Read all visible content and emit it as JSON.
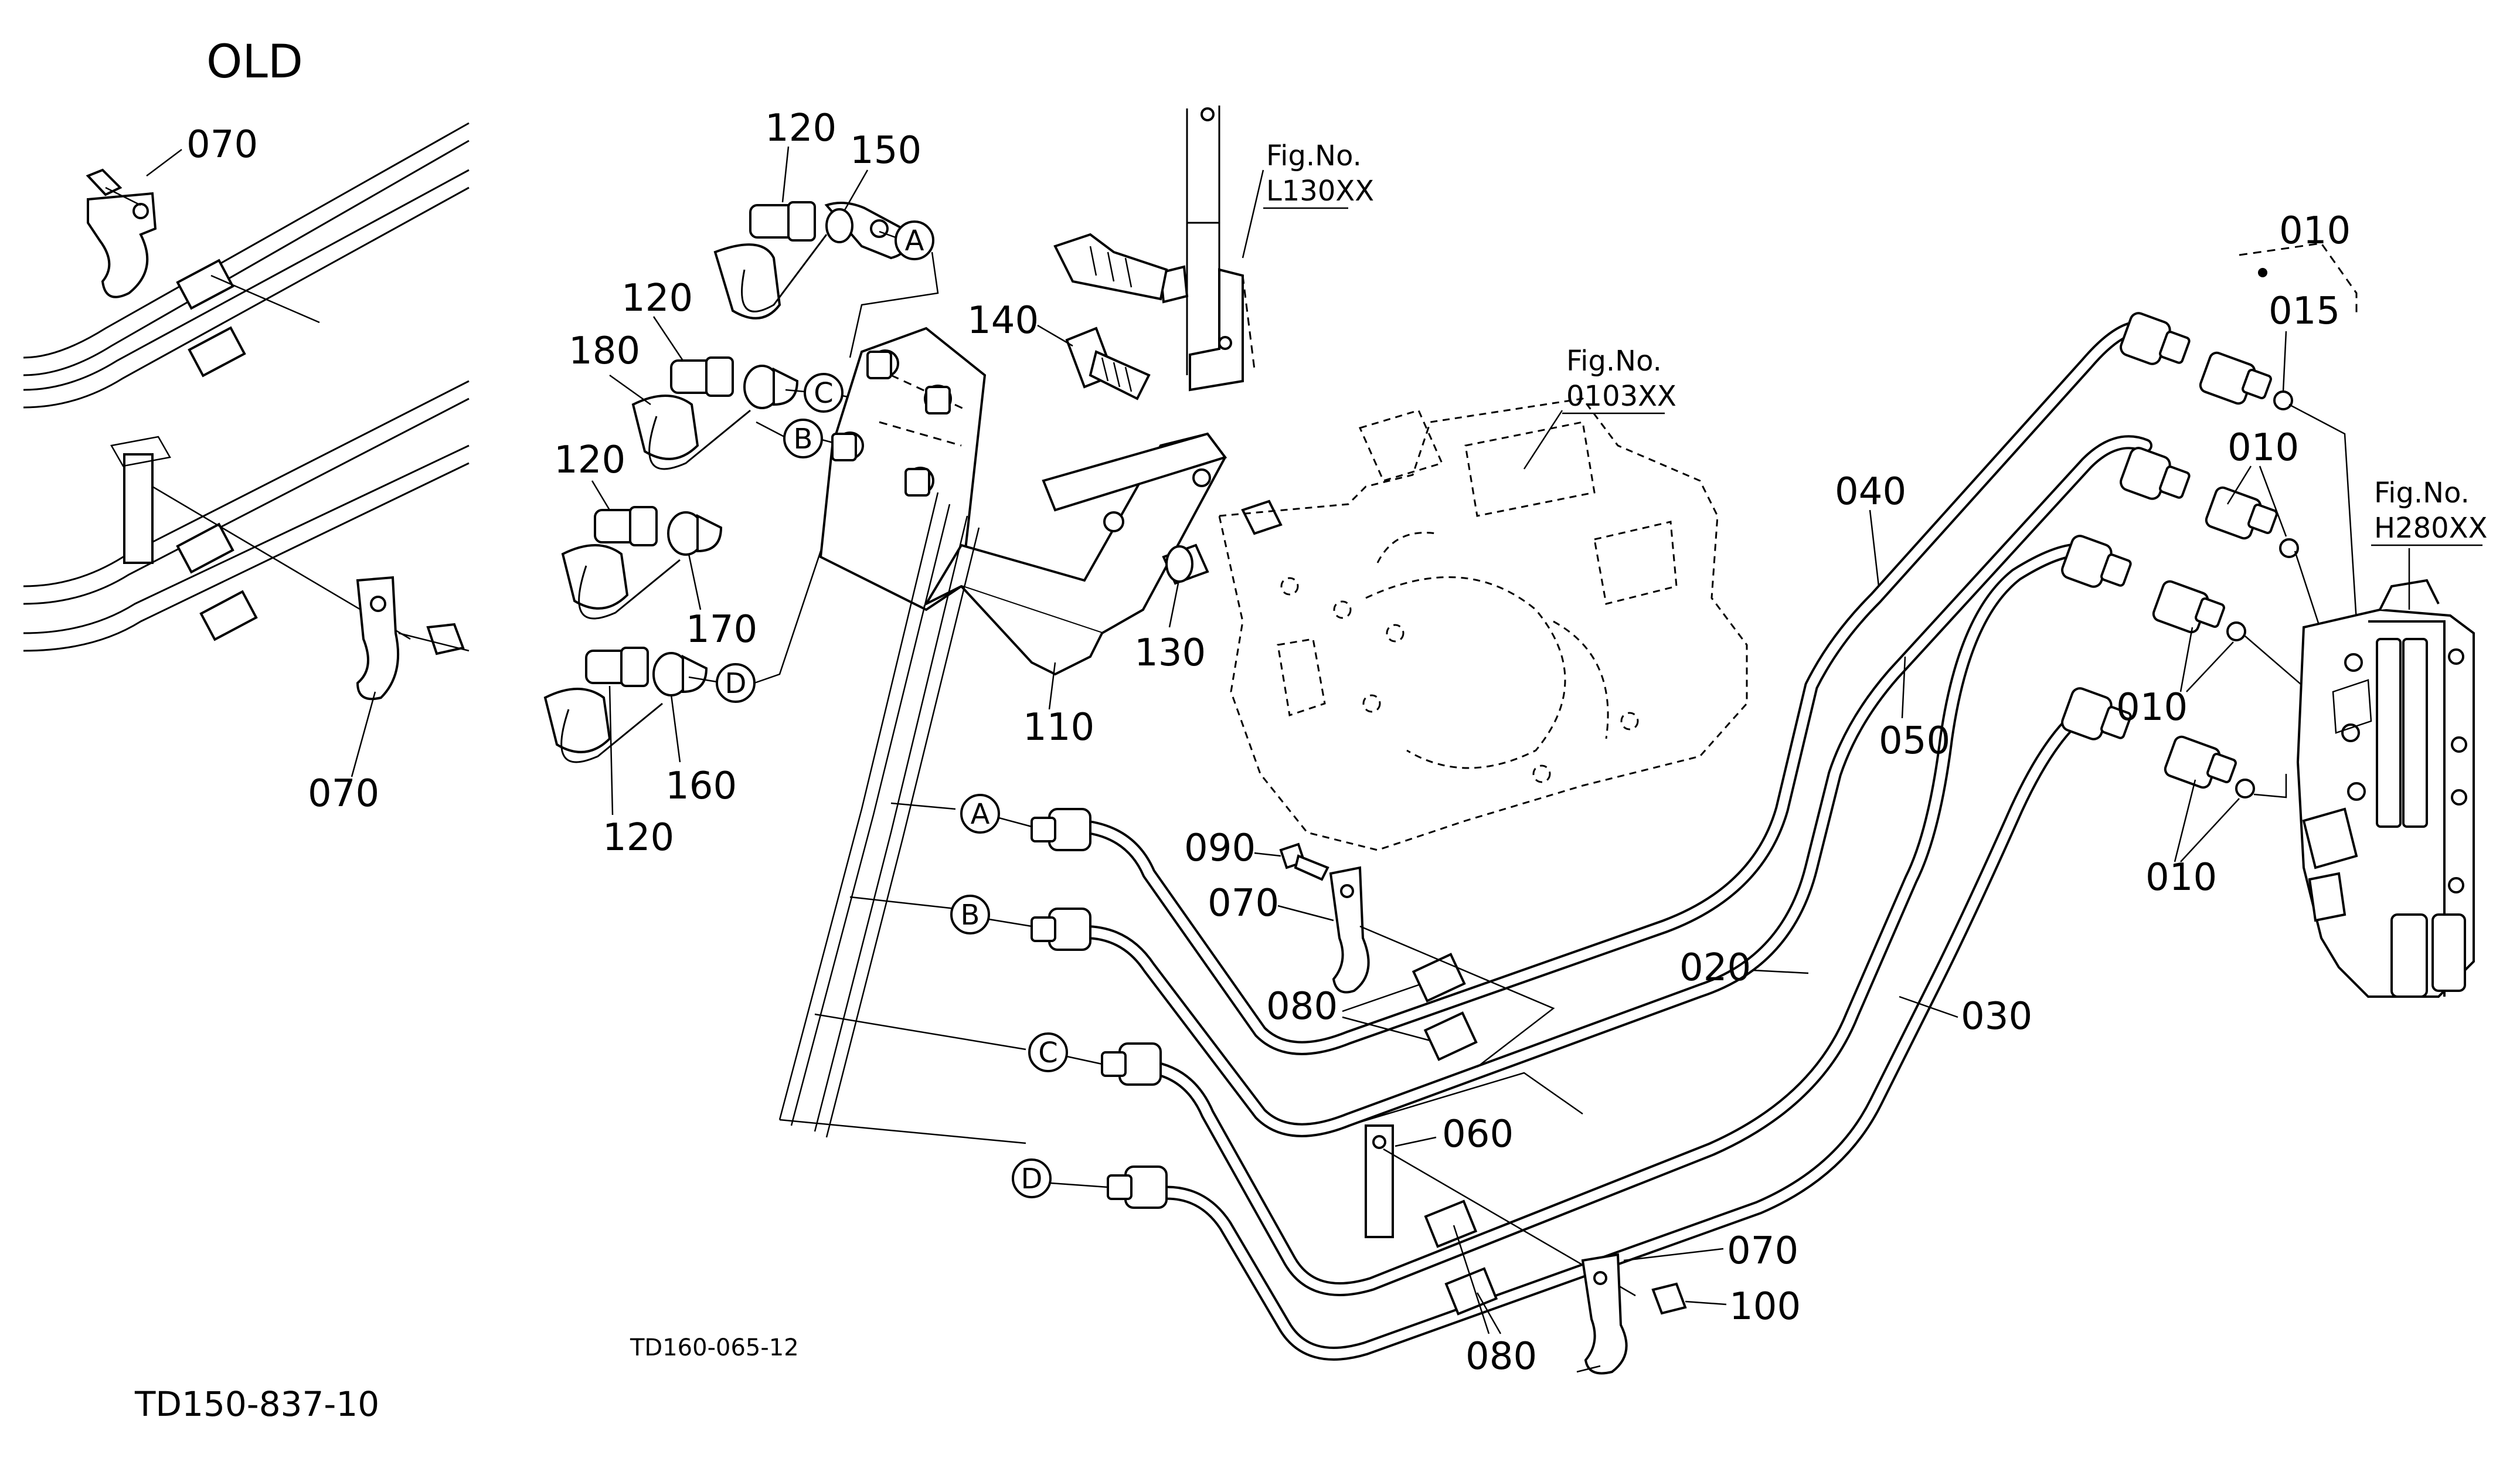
{
  "title": "OLD",
  "drawing_codes": {
    "main": "TD160-065-12",
    "bottom_left": "TD150-837-10"
  },
  "figure_refs": {
    "ref1_line1": "Fig.No.",
    "ref1_line2": "L130XX",
    "ref2_line1": "Fig.No.",
    "ref2_line2": "0103XX",
    "ref3_line1": "Fig.No.",
    "ref3_line2": "H280XX"
  },
  "callouts": {
    "a": "A",
    "b": "B",
    "c": "C",
    "d": "D"
  },
  "part_labels": {
    "old_070_top": "070",
    "old_070_bottom": "070",
    "p120_a": "120",
    "p150": "150",
    "p120_b": "120",
    "p180": "180",
    "p120_c": "120",
    "p170": "170",
    "p120_d": "120",
    "p160": "160",
    "p140": "140",
    "p130": "130",
    "p110": "110",
    "p090": "090",
    "p070_mid": "070",
    "p080_mid": "080",
    "p040": "040",
    "p050": "050",
    "p020": "020",
    "p030": "030",
    "p060": "060",
    "p070_low": "070",
    "p100": "100",
    "p080_low": "080",
    "p010_top": "010",
    "p015": "015",
    "p010_b": "010",
    "p010_c": "010",
    "p010_d": "010"
  }
}
